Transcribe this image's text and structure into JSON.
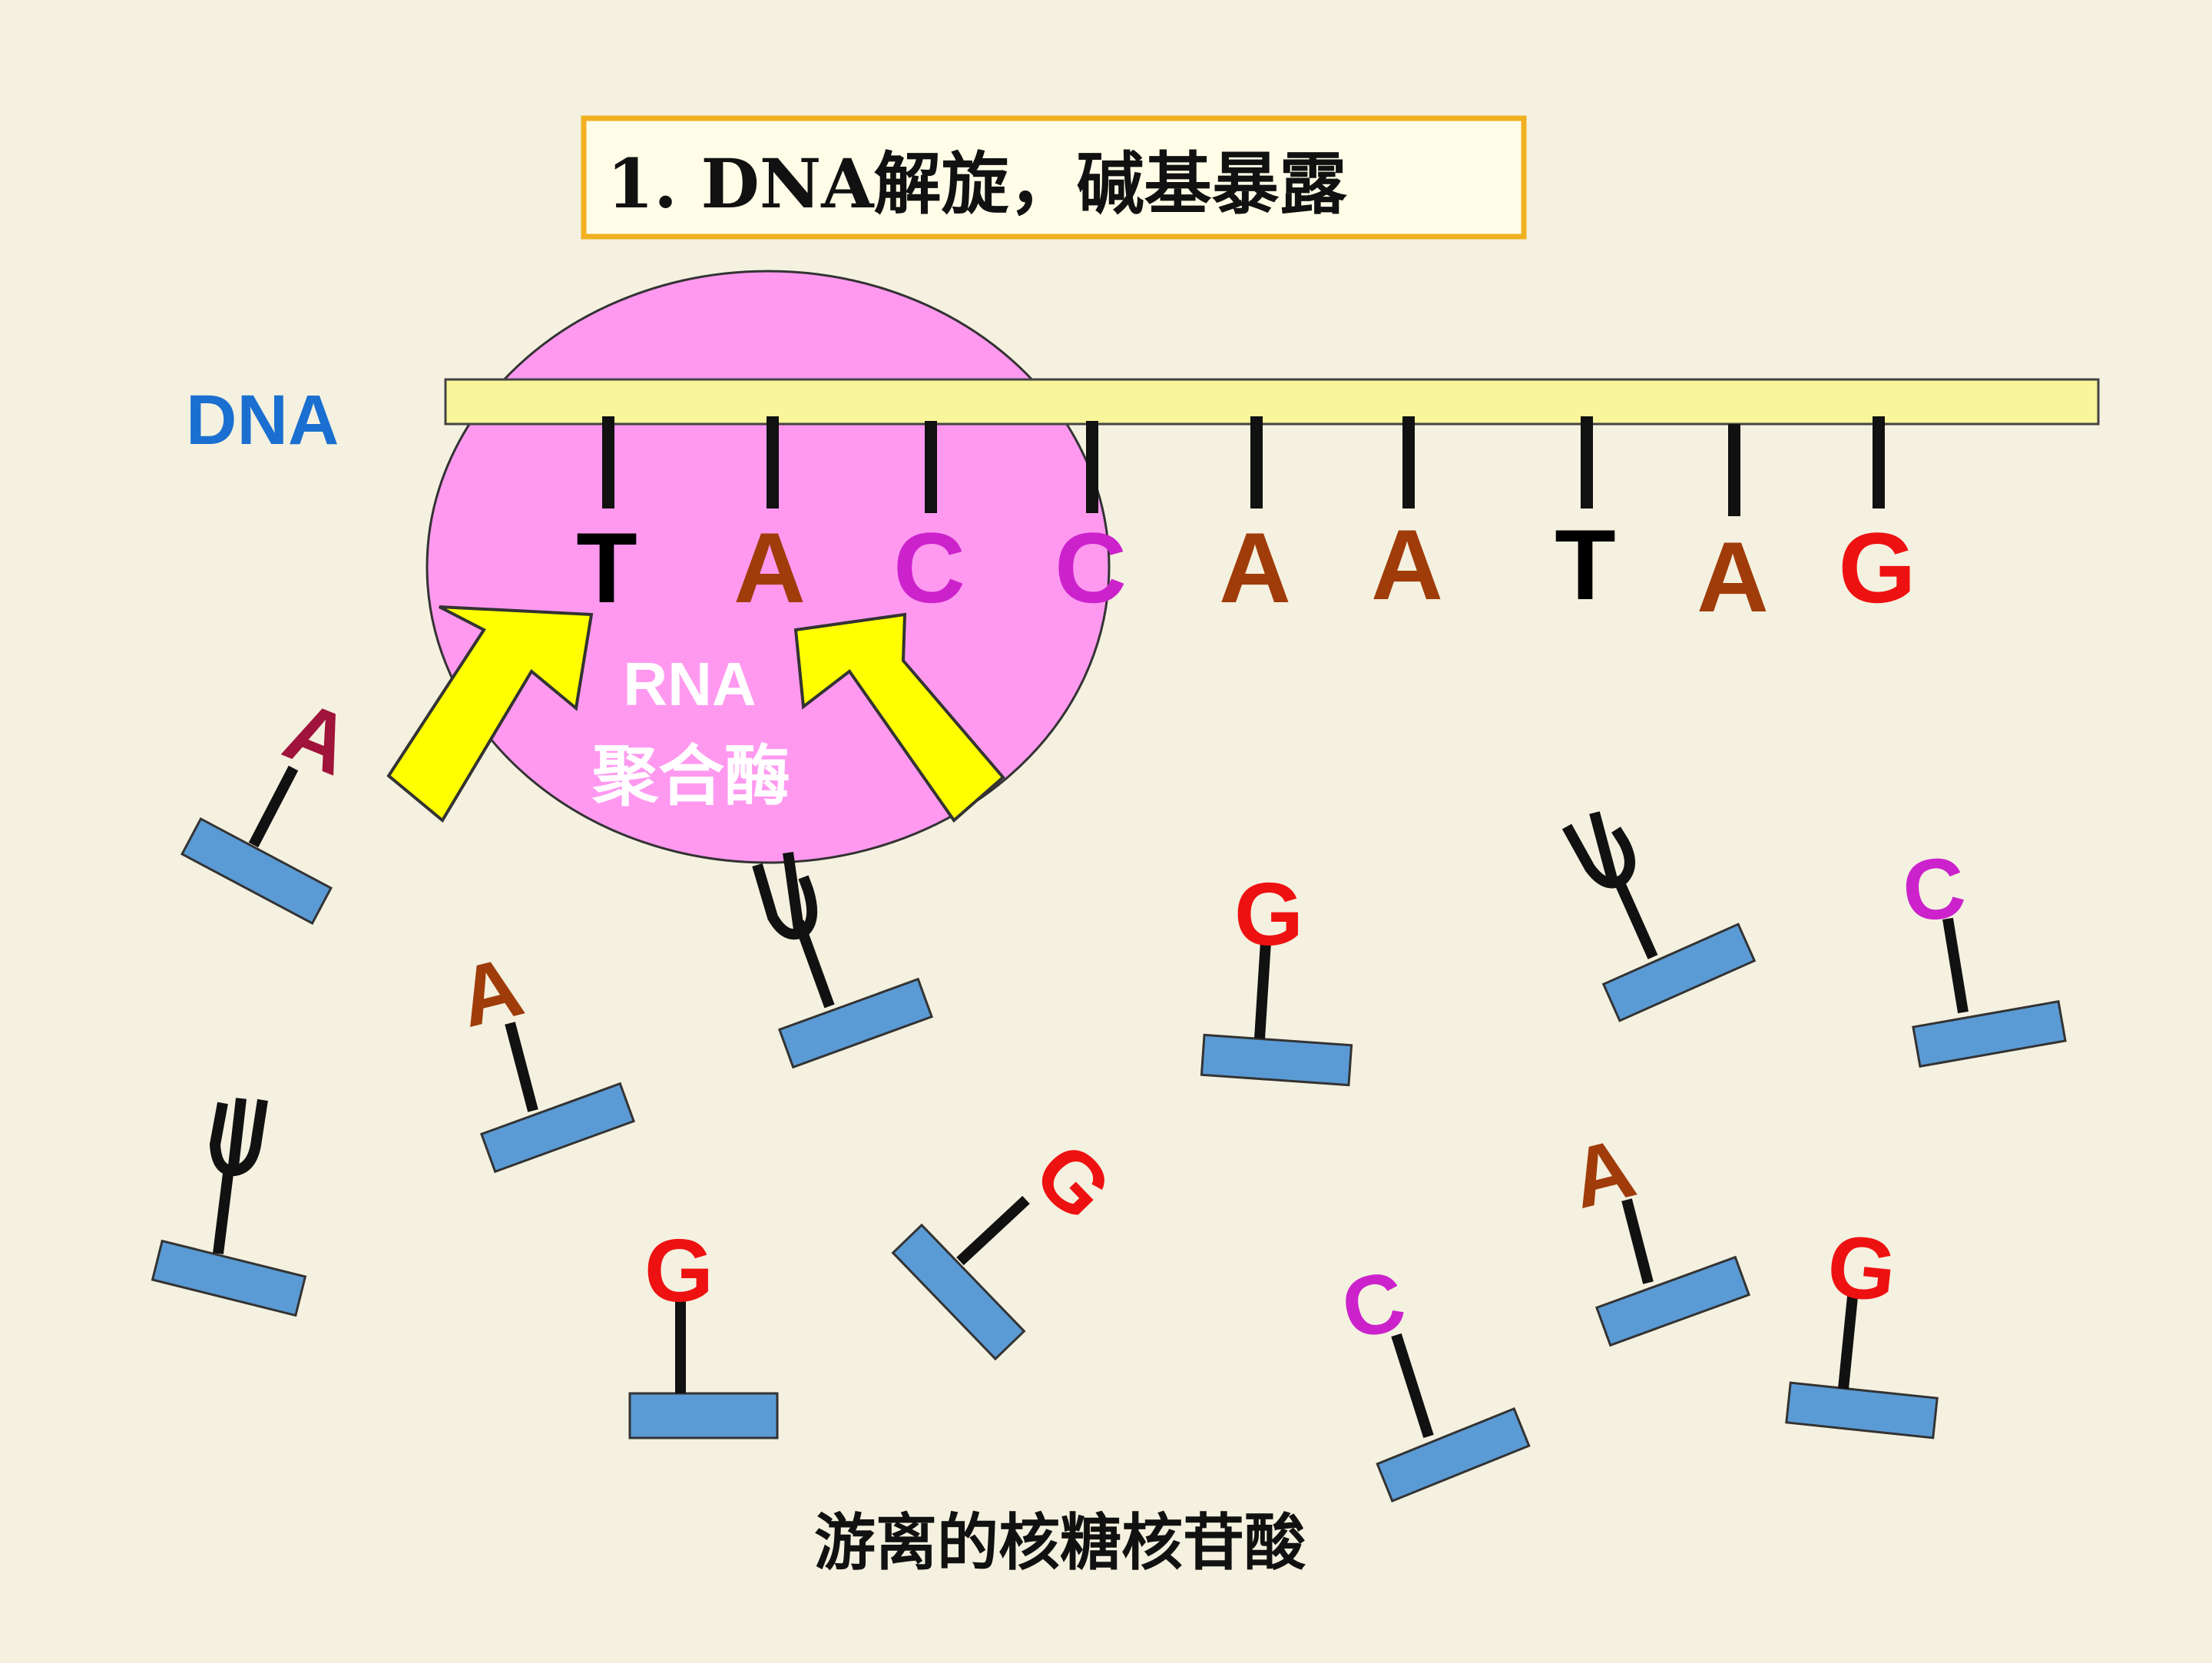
{
  "title": "1. DNA解旋，碱基暴露",
  "dna_label": "DNA",
  "enzyme": {
    "line1": "RNA",
    "line2": "聚合酶"
  },
  "strand_bases": [
    "T",
    "A",
    "C",
    "C",
    "A",
    "A",
    "T",
    "A",
    "G"
  ],
  "free_nucleotides": [
    "A",
    "U",
    "A",
    "G",
    "U",
    "C",
    "U",
    "G",
    "G",
    "A",
    "C",
    "G"
  ],
  "caption": "游离的核糖核苷酸",
  "colors": {
    "background": "#f4f1e0",
    "title_border": "#f0b020",
    "dna_strand": "#f8f59a",
    "enzyme": "#ff99f0",
    "arrow": "#ffff00",
    "sugar": "#5b9bd5",
    "dna_label": "#1a6fd0",
    "T": "#000000",
    "A": "#a03c0a",
    "C": "#cc22cc",
    "G": "#ee1111",
    "U": "#000000",
    "A_free_1": "#a0133a"
  }
}
